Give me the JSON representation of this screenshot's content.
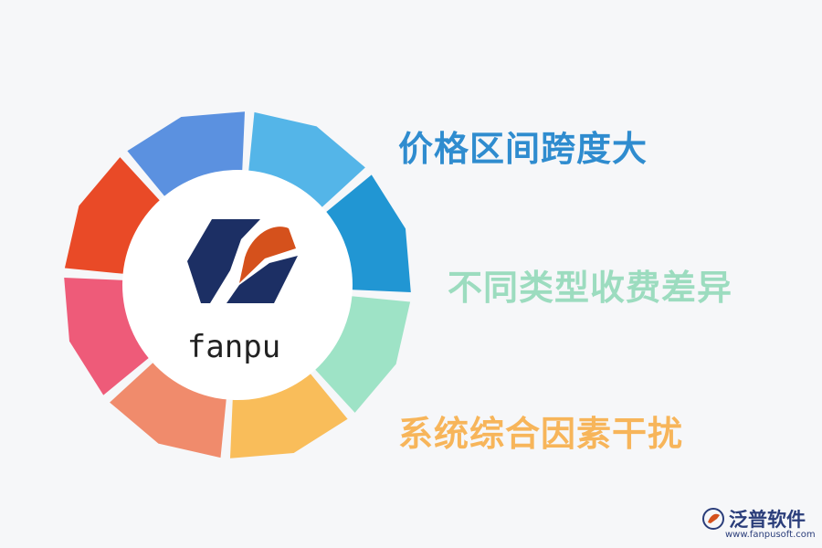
{
  "brand": {
    "logo_text": "fanpu"
  },
  "labels": [
    {
      "text": "价格区间跨度大",
      "color": "#2f8ccf"
    },
    {
      "text": "不同类型收费差异",
      "color": "#9cdcbf"
    },
    {
      "text": "系统综合因素干扰",
      "color": "#f7b55a"
    }
  ],
  "segment_colors": [
    "#54b5e8",
    "#2196d3",
    "#9ee3c6",
    "#f9bd5a",
    "#f08b6c",
    "#ee5b79",
    "#e94a27",
    "#5b91e0"
  ],
  "logo_colors": {
    "navy": "#1c2f64",
    "orange": "#d5511c"
  },
  "watermark": {
    "name": "泛普软件",
    "url": "www.fanpusoft.com"
  }
}
